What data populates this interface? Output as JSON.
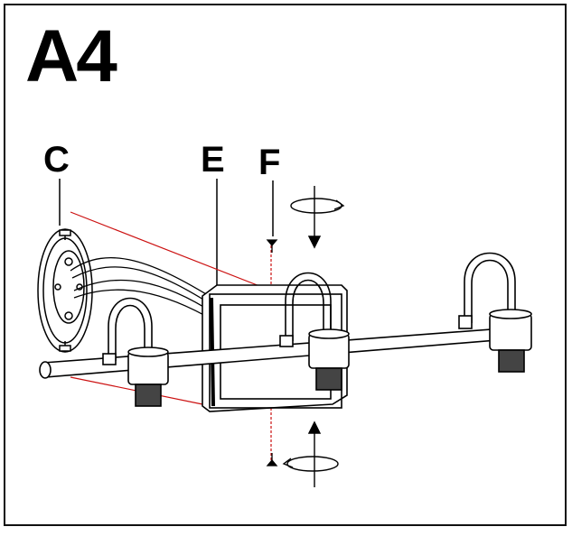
{
  "step": {
    "label": "A4"
  },
  "parts": {
    "c": "C",
    "e": "E",
    "f": "F"
  },
  "colors": {
    "line": "#000000",
    "guide": "#cc1111"
  }
}
